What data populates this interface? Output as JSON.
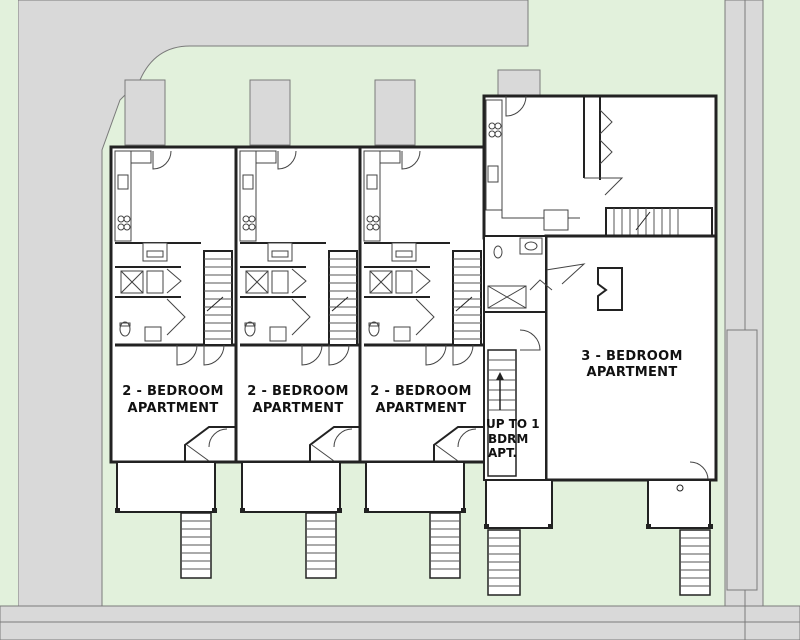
{
  "units": [
    {
      "line1": "2 - BEDROOM",
      "line2": "APARTMENT"
    },
    {
      "line1": "2 - BEDROOM",
      "line2": "APARTMENT"
    },
    {
      "line1": "2 - BEDROOM",
      "line2": "APARTMENT"
    },
    {
      "line1": "3 - BEDROOM",
      "line2": "APARTMENT"
    }
  ],
  "stair_label": {
    "line1": "UP TO 1",
    "line2": "BDRM",
    "line3": "APT."
  },
  "colors": {
    "lawn": "#e2f1dc",
    "pavement": "#d9d9d9",
    "wall": "#222222",
    "floor": "#ffffff",
    "line": "#555555"
  }
}
